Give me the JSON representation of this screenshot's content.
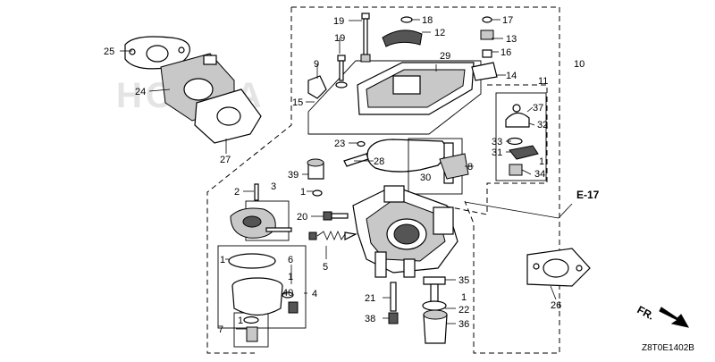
{
  "diagram": {
    "ref_code": "Z8T0E1402B",
    "section_ref": "E-17",
    "direction_label": "FR.",
    "callouts": [
      "1",
      "2",
      "3",
      "4",
      "5",
      "6",
      "7",
      "8",
      "9",
      "10",
      "11",
      "12",
      "13",
      "14",
      "15",
      "16",
      "17",
      "18",
      "19",
      "20",
      "21",
      "22",
      "23",
      "24",
      "25",
      "26",
      "27",
      "28",
      "29",
      "30",
      "31",
      "32",
      "33",
      "34",
      "35",
      "36",
      "37",
      "38",
      "39",
      "40"
    ]
  }
}
